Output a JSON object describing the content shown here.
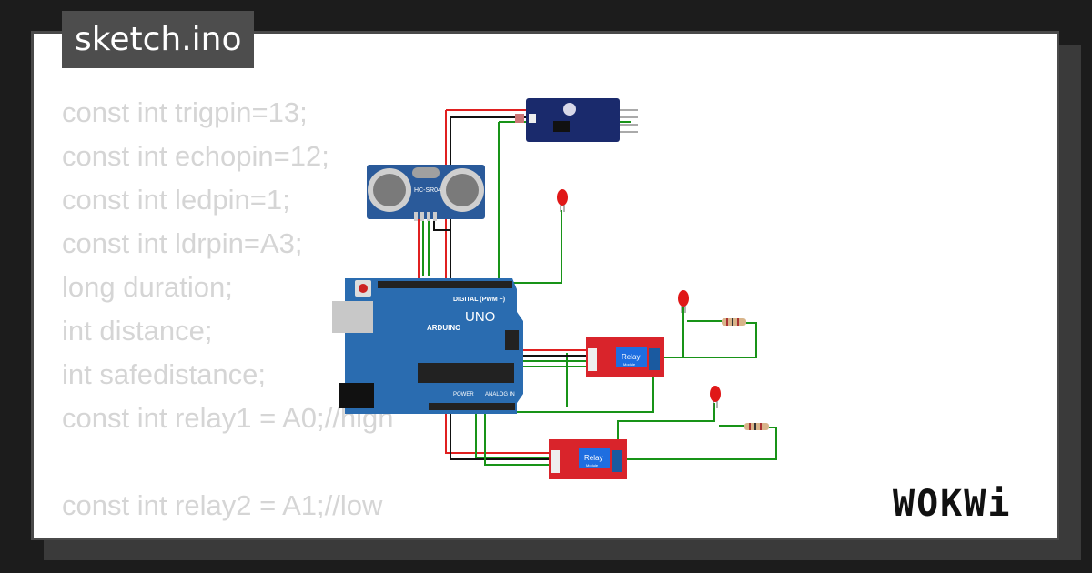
{
  "window": {
    "title": "sketch.ino"
  },
  "code": {
    "lines": [
      "const int trigpin=13;",
      "const int echopin=12;",
      "const int ledpin=1;",
      "const int ldrpin=A3;",
      "long duration;",
      "int distance;",
      "int safedistance;",
      "const int relay1 = A0;//high",
      "",
      "const int relay2 = A1;//low"
    ]
  },
  "diagram": {
    "ultrasonic_label": "HC-SR04",
    "board_label": "UNO",
    "board_brand": "ARDUINO",
    "board_digital_label": "DIGITAL (PWM ~)",
    "board_analog_label": "ANALOG IN",
    "board_power_label": "POWER",
    "relay1_label": "Relay",
    "relay1_sub": "Module",
    "relay2_label": "Relay",
    "relay2_sub": "Module"
  },
  "brand": {
    "logo": "WOKWi"
  },
  "colors": {
    "background": "#1c1c1c",
    "tab_bg": "#4d4d4d",
    "code_text": "#d5d5d5",
    "board_blue": "#2a6cb0",
    "relay_red": "#d9242b",
    "wire_red": "#e02020",
    "wire_green": "#189318",
    "wire_black": "#111111"
  },
  "icons": [
    "led-icon",
    "resistor-icon",
    "ultrasonic-sensor-icon",
    "ldr-module-icon",
    "relay-module-icon",
    "arduino-board-icon"
  ]
}
